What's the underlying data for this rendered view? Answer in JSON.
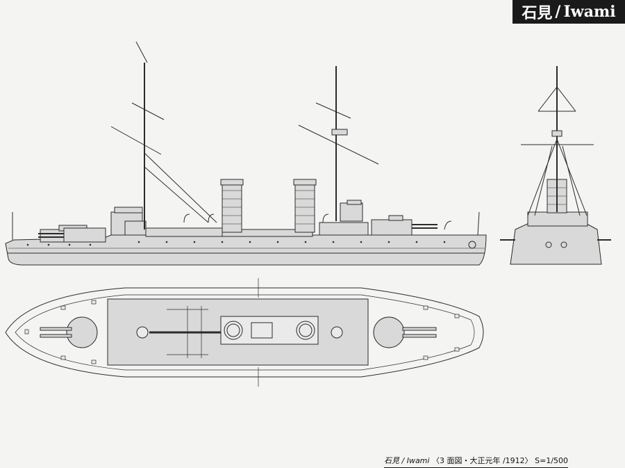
{
  "title": {
    "jp": "石見",
    "separator": "/",
    "en": "Iwami"
  },
  "caption": {
    "name": "石見 / Iwami",
    "detail": "〈3 面図・大正元年 /1912〉",
    "scale": "S=1/500"
  },
  "colors": {
    "hull_fill": "#d9d9d9",
    "line": "#2a2a2a",
    "paper": "#f4f4f2",
    "title_bg": "#1a1a1a"
  }
}
